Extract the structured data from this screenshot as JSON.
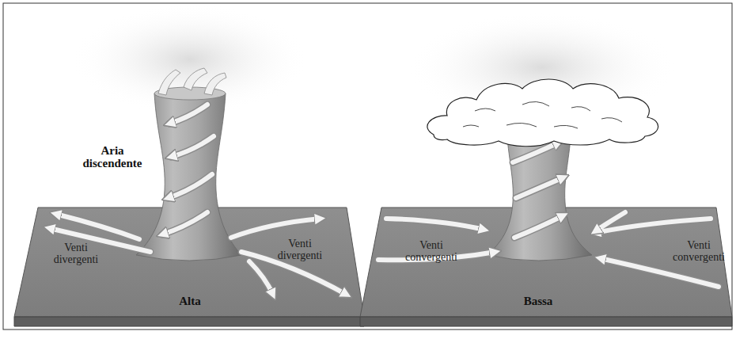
{
  "diagram": {
    "labels": [
      "Aria discendente",
      "Venti divergenti",
      "Venti divergenti",
      "Alta",
      "Venti convergenti",
      "Venti convergenti",
      "Bassa"
    ]
  }
}
